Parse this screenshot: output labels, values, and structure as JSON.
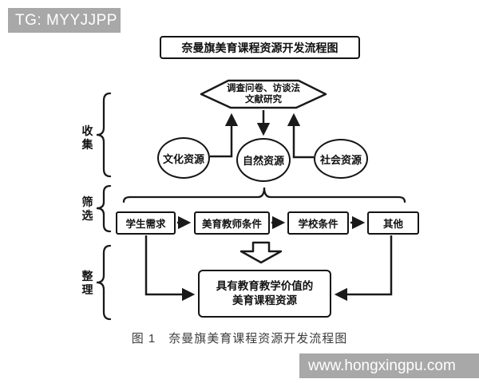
{
  "watermarks": {
    "top_badge": "TG: MYYJJPP",
    "bottom_badge": "www.hongxingpu.com",
    "badge_bg_color": "#a8a8a8",
    "badge_text_color": "#ffffff"
  },
  "diagram": {
    "title": "奈曼旗美育课程资源开发流程图",
    "stroke_color": "#1a1a1a",
    "methods_banner": {
      "line1": "调查问卷、访谈法",
      "line2": "文献研究"
    },
    "stages": [
      {
        "label": "收集"
      },
      {
        "label": "筛选"
      },
      {
        "label": "整理"
      }
    ],
    "resources": [
      {
        "label": "文化资源"
      },
      {
        "label": "自然资源"
      },
      {
        "label": "社会资源"
      }
    ],
    "criteria": [
      {
        "label": "学生需求"
      },
      {
        "label": "美育教师条件"
      },
      {
        "label": "学校条件"
      },
      {
        "label": "其他"
      }
    ],
    "result_box": {
      "line1": "具有教育教学价值的",
      "line2": "美育课程资源"
    },
    "caption": "图 1　奈曼旗美育课程资源开发流程图"
  }
}
